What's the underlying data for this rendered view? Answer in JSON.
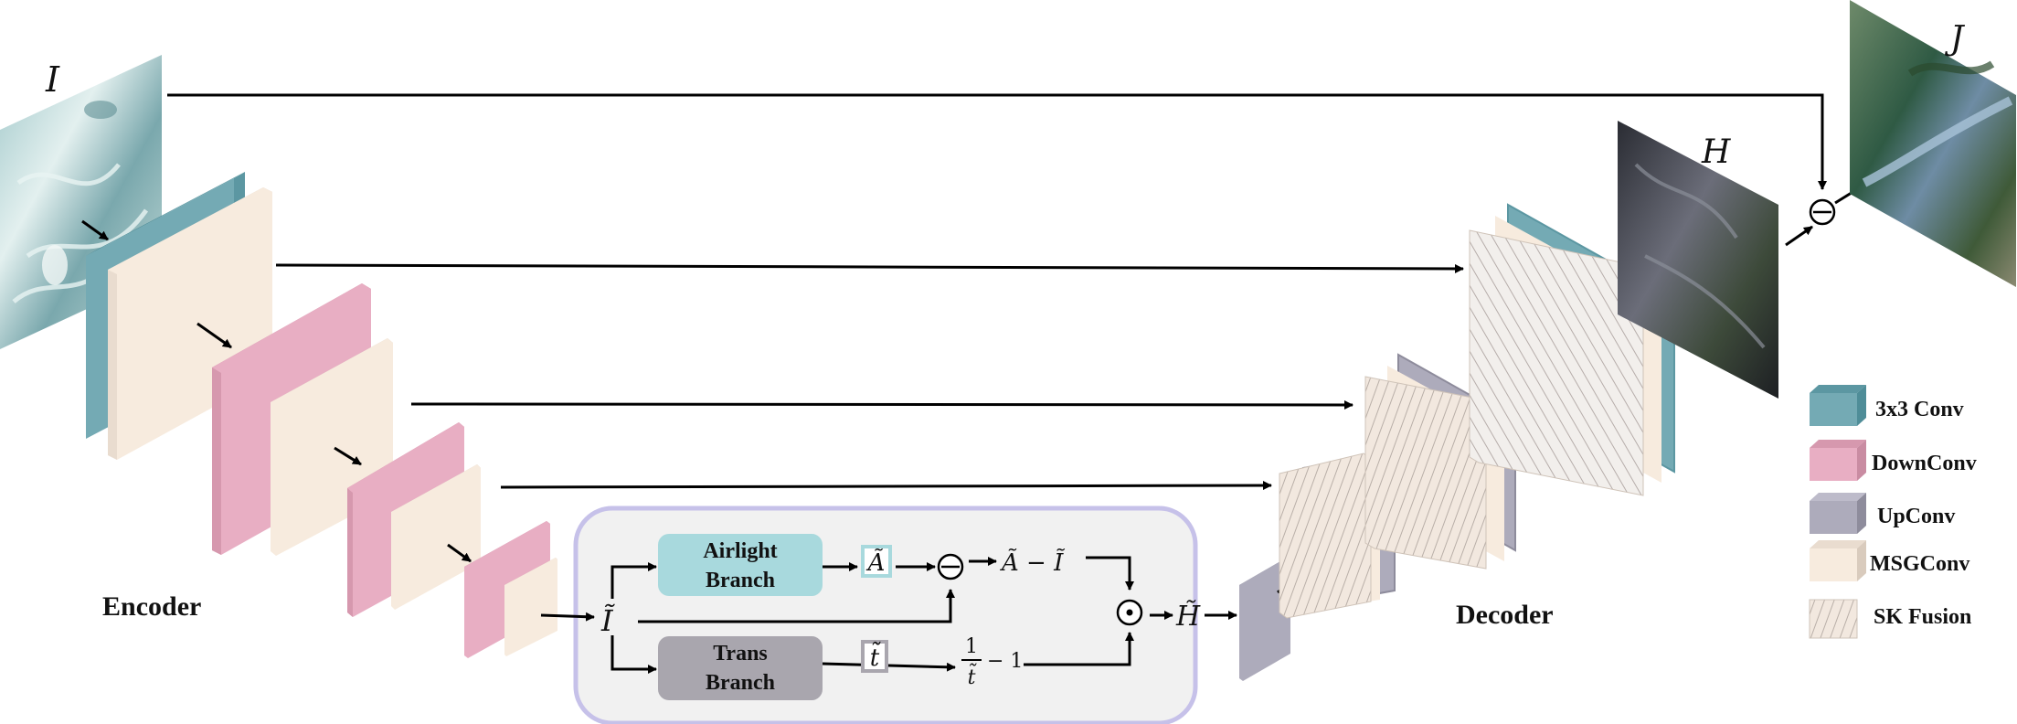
{
  "colors": {
    "conv3x3": "#74aab4",
    "downconv": "#e8aec3",
    "upconv": "#adabbb",
    "msgconv": "#f7ebde",
    "skfusion": "#f2e8df",
    "airlight_branch": "#a8d9dd",
    "trans_branch": "#a9a6ae",
    "module_bg": "#f1f1f1",
    "module_border": "#c6c1e9"
  },
  "images": {
    "input": "I",
    "intermediate": "H",
    "output": "J"
  },
  "labels": {
    "encoder": "Encoder",
    "decoder": "Decoder"
  },
  "module": {
    "airlight_branch": [
      "Airlight",
      "Branch"
    ],
    "trans_branch": [
      "Trans",
      "Branch"
    ],
    "input_symbol": "Ĩ",
    "airlight_output": "Ã",
    "trans_output": "t̃",
    "diff_expr": "Ã − Ĩ",
    "frac_num": "1",
    "frac_den": "t̃",
    "frac_minus": "− 1",
    "subtract_op": "⊖",
    "multiply_op": "⊙",
    "result_symbol": "H̃"
  },
  "final_op": "⊖",
  "legend": [
    {
      "key": "conv3x3",
      "label": "3x3 Conv"
    },
    {
      "key": "downconv",
      "label": "DownConv"
    },
    {
      "key": "upconv",
      "label": "UpConv"
    },
    {
      "key": "msgconv",
      "label": "MSGConv"
    },
    {
      "key": "skfusion",
      "label": "SK Fusion"
    }
  ]
}
